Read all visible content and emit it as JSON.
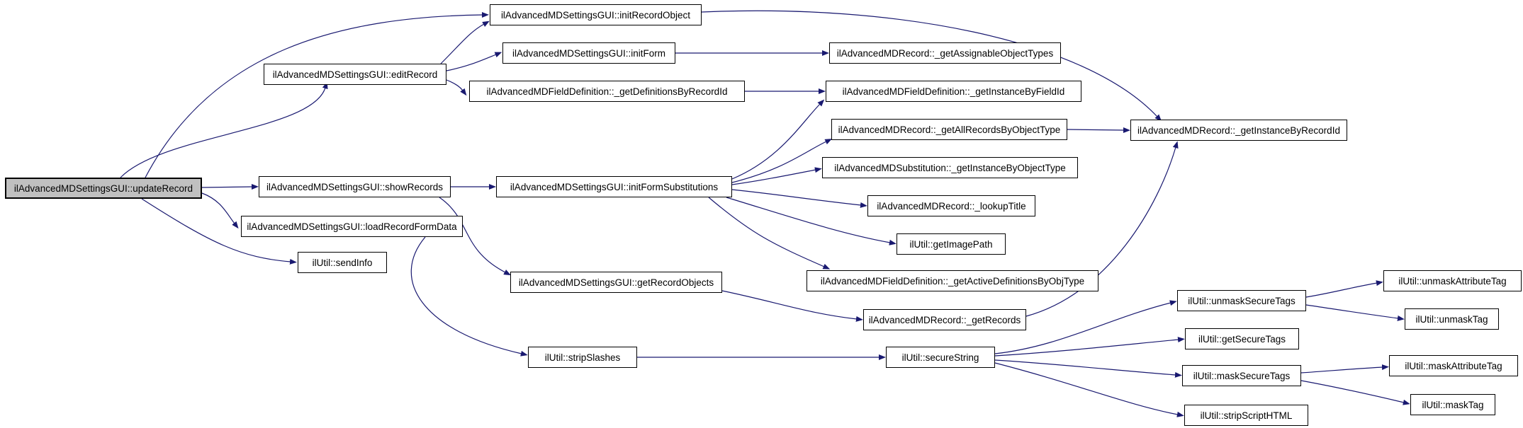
{
  "diagram": {
    "type": "call-graph",
    "title": "ilAdvancedMDSettingsGUI::updateRecord call graph",
    "colors": {
      "background": "#ffffff",
      "edge": "#191970",
      "node_fill": "#ffffff",
      "node_border": "#000000",
      "root_fill": "#c0c0c0"
    },
    "root": "updateRecord",
    "nodes": [
      {
        "id": "updateRecord",
        "label": "ilAdvancedMDSettingsGUI::updateRecord"
      },
      {
        "id": "editRecord",
        "label": "ilAdvancedMDSettingsGUI::editRecord"
      },
      {
        "id": "showRecords",
        "label": "ilAdvancedMDSettingsGUI::showRecords"
      },
      {
        "id": "loadRecordFormData",
        "label": "ilAdvancedMDSettingsGUI::loadRecordFormData"
      },
      {
        "id": "sendInfo",
        "label": "ilUtil::sendInfo"
      },
      {
        "id": "initRecordObject",
        "label": "ilAdvancedMDSettingsGUI::initRecordObject"
      },
      {
        "id": "initForm",
        "label": "ilAdvancedMDSettingsGUI::initForm"
      },
      {
        "id": "getDefinitionsByRecordId",
        "label": "ilAdvancedMDFieldDefinition::_getDefinitionsByRecordId"
      },
      {
        "id": "initFormSubstitutions",
        "label": "ilAdvancedMDSettingsGUI::initFormSubstitutions"
      },
      {
        "id": "getRecordObjects",
        "label": "ilAdvancedMDSettingsGUI::getRecordObjects"
      },
      {
        "id": "stripSlashes",
        "label": "ilUtil::stripSlashes"
      },
      {
        "id": "getAssignableObjectTypes",
        "label": "ilAdvancedMDRecord::_getAssignableObjectTypes"
      },
      {
        "id": "getInstanceByFieldId",
        "label": "ilAdvancedMDFieldDefinition::_getInstanceByFieldId"
      },
      {
        "id": "getAllRecordsByObjectType",
        "label": "ilAdvancedMDRecord::_getAllRecordsByObjectType"
      },
      {
        "id": "substGetInstanceByObjectType",
        "label": "ilAdvancedMDSubstitution::_getInstanceByObjectType"
      },
      {
        "id": "lookupTitle",
        "label": "ilAdvancedMDRecord::_lookupTitle"
      },
      {
        "id": "getImagePath",
        "label": "ilUtil::getImagePath"
      },
      {
        "id": "getActiveDefinitionsByObjType",
        "label": "ilAdvancedMDFieldDefinition::_getActiveDefinitionsByObjType"
      },
      {
        "id": "getRecords",
        "label": "ilAdvancedMDRecord::_getRecords"
      },
      {
        "id": "secureString",
        "label": "ilUtil::secureString"
      },
      {
        "id": "getInstanceByRecordId",
        "label": "ilAdvancedMDRecord::_getInstanceByRecordId"
      },
      {
        "id": "unmaskSecureTags",
        "label": "ilUtil::unmaskSecureTags"
      },
      {
        "id": "getSecureTags",
        "label": "ilUtil::getSecureTags"
      },
      {
        "id": "maskSecureTags",
        "label": "ilUtil::maskSecureTags"
      },
      {
        "id": "stripScriptHTML",
        "label": "ilUtil::stripScriptHTML"
      },
      {
        "id": "unmaskAttributeTag",
        "label": "ilUtil::unmaskAttributeTag"
      },
      {
        "id": "unmaskTag",
        "label": "ilUtil::unmaskTag"
      },
      {
        "id": "maskAttributeTag",
        "label": "ilUtil::maskAttributeTag"
      },
      {
        "id": "maskTag",
        "label": "ilUtil::maskTag"
      }
    ],
    "edges": [
      {
        "from": "updateRecord",
        "to": "editRecord"
      },
      {
        "from": "updateRecord",
        "to": "initRecordObject"
      },
      {
        "from": "updateRecord",
        "to": "showRecords"
      },
      {
        "from": "updateRecord",
        "to": "loadRecordFormData"
      },
      {
        "from": "updateRecord",
        "to": "sendInfo"
      },
      {
        "from": "editRecord",
        "to": "initRecordObject"
      },
      {
        "from": "editRecord",
        "to": "initForm"
      },
      {
        "from": "editRecord",
        "to": "getDefinitionsByRecordId"
      },
      {
        "from": "initForm",
        "to": "getAssignableObjectTypes"
      },
      {
        "from": "getDefinitionsByRecordId",
        "to": "getInstanceByFieldId"
      },
      {
        "from": "showRecords",
        "to": "initFormSubstitutions"
      },
      {
        "from": "showRecords",
        "to": "getRecordObjects"
      },
      {
        "from": "loadRecordFormData",
        "to": "stripSlashes"
      },
      {
        "from": "initFormSubstitutions",
        "to": "getInstanceByFieldId"
      },
      {
        "from": "initFormSubstitutions",
        "to": "getAllRecordsByObjectType"
      },
      {
        "from": "initFormSubstitutions",
        "to": "substGetInstanceByObjectType"
      },
      {
        "from": "initFormSubstitutions",
        "to": "lookupTitle"
      },
      {
        "from": "initFormSubstitutions",
        "to": "getImagePath"
      },
      {
        "from": "initFormSubstitutions",
        "to": "getActiveDefinitionsByObjType"
      },
      {
        "from": "getRecordObjects",
        "to": "getRecords"
      },
      {
        "from": "stripSlashes",
        "to": "secureString"
      },
      {
        "from": "getRecords",
        "to": "getInstanceByRecordId"
      },
      {
        "from": "getAllRecordsByObjectType",
        "to": "getInstanceByRecordId"
      },
      {
        "from": "initRecordObject",
        "to": "getInstanceByRecordId"
      },
      {
        "from": "secureString",
        "to": "unmaskSecureTags"
      },
      {
        "from": "secureString",
        "to": "getSecureTags"
      },
      {
        "from": "secureString",
        "to": "maskSecureTags"
      },
      {
        "from": "secureString",
        "to": "stripScriptHTML"
      },
      {
        "from": "unmaskSecureTags",
        "to": "unmaskAttributeTag"
      },
      {
        "from": "unmaskSecureTags",
        "to": "unmaskTag"
      },
      {
        "from": "maskSecureTags",
        "to": "maskAttributeTag"
      },
      {
        "from": "maskSecureTags",
        "to": "maskTag"
      }
    ]
  }
}
